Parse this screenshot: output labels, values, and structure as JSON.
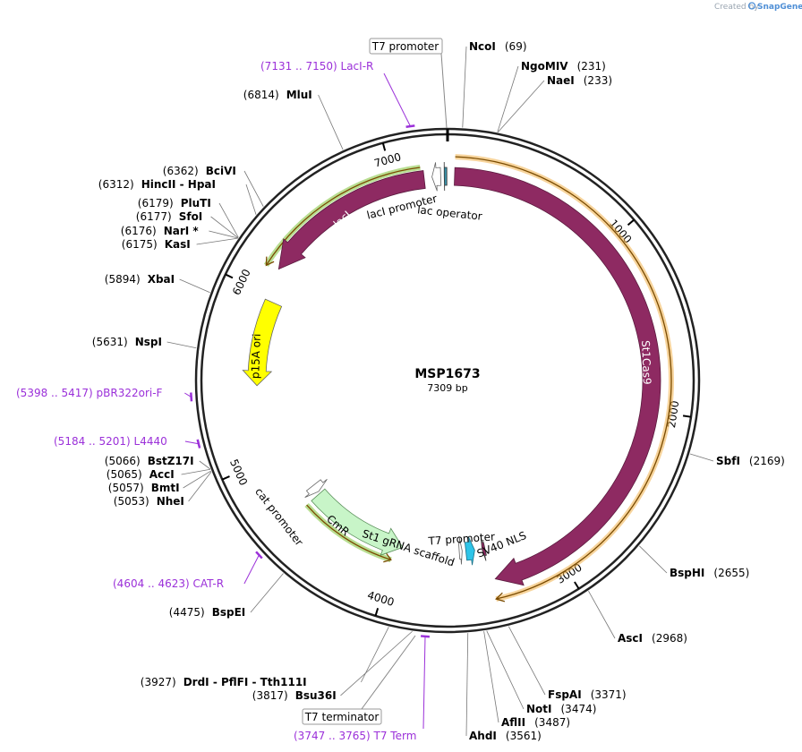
{
  "credit": {
    "created_by": "Created by",
    "brand": "SnapGene"
  },
  "plasmid": {
    "name": "MSP1673",
    "size_label": "7309 bp"
  },
  "colors": {
    "cas9": "#8e2a62",
    "laci": "#8e2a62",
    "ori": "#ffff00",
    "cmr": "#c8f5c8",
    "t7prom": "#2ec4e8",
    "primer": "#9b30d9",
    "orange_track": "#f0b04a",
    "green_track": "#7ec236"
  },
  "ticks": [
    {
      "pos": 1000,
      "label": "1000"
    },
    {
      "pos": 2000,
      "label": "2000"
    },
    {
      "pos": 3000,
      "label": "3000"
    },
    {
      "pos": 4000,
      "label": "4000"
    },
    {
      "pos": 5000,
      "label": "5000"
    },
    {
      "pos": 6000,
      "label": "6000"
    },
    {
      "pos": 7000,
      "label": "7000"
    }
  ],
  "sites": [
    {
      "pos": 69,
      "enzyme": "NcoI",
      "num": "(69)",
      "side": "right"
    },
    {
      "pos": 231,
      "enzyme": "NgoMIV",
      "num": "(231)",
      "side": "right"
    },
    {
      "pos": 233,
      "enzyme": "NaeI",
      "num": "(233)",
      "side": "right"
    },
    {
      "pos": 2169,
      "enzyme": "SbfI",
      "num": "(2169)",
      "side": "right"
    },
    {
      "pos": 2655,
      "enzyme": "BspHI",
      "num": "(2655)",
      "side": "right"
    },
    {
      "pos": 2968,
      "enzyme": "AscI",
      "num": "(2968)",
      "side": "right"
    },
    {
      "pos": 3371,
      "enzyme": "FspAI",
      "num": "(3371)",
      "side": "right"
    },
    {
      "pos": 3474,
      "enzyme": "NotI",
      "num": "(3474)",
      "side": "right"
    },
    {
      "pos": 3487,
      "enzyme": "AflII",
      "num": "(3487)",
      "side": "right"
    },
    {
      "pos": 3561,
      "enzyme": "AhdI",
      "num": "(3561)",
      "side": "right"
    },
    {
      "pos": 3927,
      "enzyme": "DrdI  -  PflFI  -  Tth111I",
      "num": "(3927)",
      "side": "left"
    },
    {
      "pos": 3817,
      "enzyme": "Bsu36I",
      "num": "(3817)",
      "side": "left"
    },
    {
      "pos": 4475,
      "enzyme": "BspEI",
      "num": "(4475)",
      "side": "left"
    },
    {
      "pos": 5053,
      "enzyme": "NheI",
      "num": "(5053)",
      "side": "left"
    },
    {
      "pos": 5057,
      "enzyme": "BmtI",
      "num": "(5057)",
      "side": "left"
    },
    {
      "pos": 5065,
      "enzyme": "AccI",
      "num": "(5065)",
      "side": "left"
    },
    {
      "pos": 5066,
      "enzyme": "BstZ17I",
      "num": "(5066)",
      "side": "left"
    },
    {
      "pos": 5631,
      "enzyme": "NspI",
      "num": "(5631)",
      "side": "left"
    },
    {
      "pos": 5894,
      "enzyme": "XbaI",
      "num": "(5894)",
      "side": "left"
    },
    {
      "pos": 6175,
      "enzyme": "KasI",
      "num": "(6175)",
      "side": "left"
    },
    {
      "pos": 6176,
      "enzyme": "NarI *",
      "num": "(6176)",
      "side": "left"
    },
    {
      "pos": 6177,
      "enzyme": "SfoI",
      "num": "(6177)",
      "side": "left"
    },
    {
      "pos": 6179,
      "enzyme": "PluTI",
      "num": "(6179)",
      "side": "left"
    },
    {
      "pos": 6312,
      "enzyme": "HincII  -  HpaI",
      "num": "(6312)",
      "side": "left"
    },
    {
      "pos": 6362,
      "enzyme": "BciVI",
      "num": "(6362)",
      "side": "left"
    },
    {
      "pos": 6814,
      "enzyme": "MluI",
      "num": "(6814)",
      "side": "left"
    }
  ],
  "primers": [
    {
      "pos": 7140,
      "name": "LacI-R",
      "range": "(7131 .. 7150)"
    },
    {
      "pos": 5407,
      "name": "pBR322ori-F",
      "range": "(5398 .. 5417)"
    },
    {
      "pos": 5192,
      "name": "L4440",
      "range": "(5184 .. 5201)"
    },
    {
      "pos": 4613,
      "name": "CAT-R",
      "range": "(4604 .. 4623)"
    },
    {
      "pos": 3756,
      "name": "T7 Term",
      "range": "(3747 .. 3765)"
    }
  ],
  "boxed_labels": {
    "t7_promoter_top": "T7 promoter",
    "t7_terminator": "T7 terminator"
  },
  "features": [
    {
      "name": "St1Cas9",
      "start": 30,
      "end": 3390
    },
    {
      "name": "lacI",
      "start": 6150,
      "end": 7190
    },
    {
      "name": "p15A ori",
      "start": 5430,
      "end": 5980
    },
    {
      "name": "CmR",
      "start": 3950,
      "end": 4650
    },
    {
      "name": "lac operator",
      "start": 7295,
      "end": 7309
    },
    {
      "name": "lacI promoter",
      "start": 7220,
      "end": 7260
    },
    {
      "name": "SV40 NLS",
      "start": 3390,
      "end": 3420
    },
    {
      "name": "T7 promoter",
      "start": 3495,
      "end": 3530
    },
    {
      "name": "St1 gRNA scaffold",
      "start": 3555,
      "end": 3570
    },
    {
      "name": "cat promoter",
      "start": 4655,
      "end": 4700
    }
  ],
  "feature_labels": {
    "cas9": "St1Cas9",
    "laci": "lacI",
    "laci_promoter": "lacI promoter",
    "lac_operator": "lac operator",
    "ori": "p15A ori",
    "cmr": "CmR",
    "cat_promoter": "cat promoter",
    "grna": "St1 gRNA scaffold",
    "t7_promoter_inner": "T7 promoter",
    "sv40": "SV40 NLS"
  }
}
